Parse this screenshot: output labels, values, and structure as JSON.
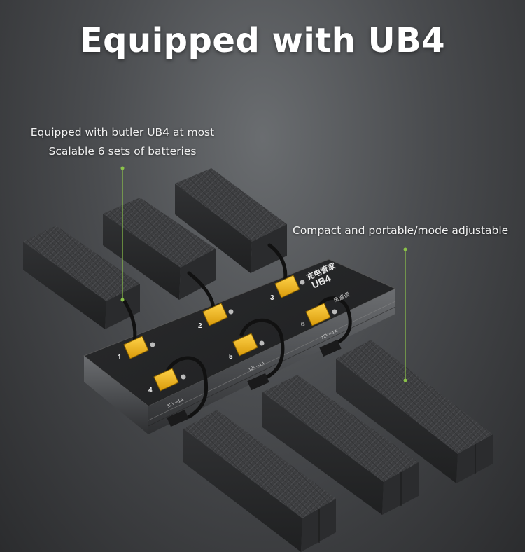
{
  "headline": "Equipped with UB4",
  "callouts": {
    "left_line1": "Equipped with butler UB4 at most",
    "left_line2": "Scalable 6 sets of batteries",
    "right": "Compact and portable/mode adjustable"
  },
  "device": {
    "brand_text": "充电管家",
    "model": "UB4",
    "sub_label": "风速调",
    "port_numbers": [
      "1",
      "2",
      "3",
      "4",
      "5",
      "6"
    ],
    "output_label": "12V⎓1A"
  },
  "colors": {
    "accent_green": "#8bc34a",
    "connector_yellow": "#f3b81c",
    "hub_body": "#2e2f31",
    "battery_body": "#3a3b3d"
  }
}
